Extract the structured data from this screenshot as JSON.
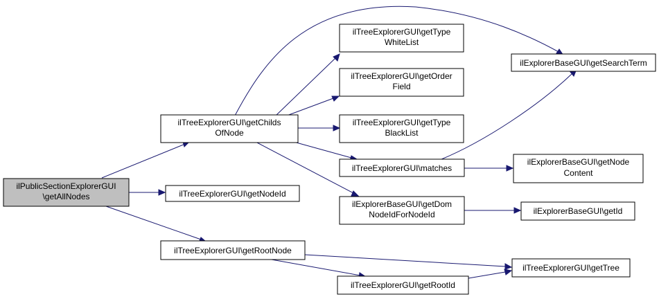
{
  "diagram": {
    "colors": {
      "edge": "#191970",
      "root_fill": "#bfbfbf",
      "node_fill": "#ffffff",
      "node_stroke": "#000000"
    },
    "nodes": {
      "root": {
        "line1": "ilPublicSectionExplorerGUI",
        "line2": "\\getAllNodes"
      },
      "get_childs_of_node": {
        "line1": "ilTreeExplorerGUI\\getChilds",
        "line2": "OfNode"
      },
      "get_node_id": {
        "line1": "ilTreeExplorerGUI\\getNodeId"
      },
      "get_root_node": {
        "line1": "ilTreeExplorerGUI\\getRootNode"
      },
      "get_type_white_list": {
        "line1": "ilTreeExplorerGUI\\getType",
        "line2": "WhiteList"
      },
      "get_order_field": {
        "line1": "ilTreeExplorerGUI\\getOrder",
        "line2": "Field"
      },
      "get_type_black_list": {
        "line1": "ilTreeExplorerGUI\\getType",
        "line2": "BlackList"
      },
      "matches": {
        "line1": "ilTreeExplorerGUI\\matches"
      },
      "get_dom_node_id": {
        "line1": "ilExplorerBaseGUI\\getDom",
        "line2": "NodeIdForNodeId"
      },
      "get_root_id": {
        "line1": "ilTreeExplorerGUI\\getRootId"
      },
      "get_search_term": {
        "line1": "ilExplorerBaseGUI\\getSearchTerm"
      },
      "get_node_content": {
        "line1": "ilExplorerBaseGUI\\getNode",
        "line2": "Content"
      },
      "get_id": {
        "line1": "ilExplorerBaseGUI\\getId"
      },
      "get_tree": {
        "line1": "ilTreeExplorerGUI\\getTree"
      }
    }
  }
}
